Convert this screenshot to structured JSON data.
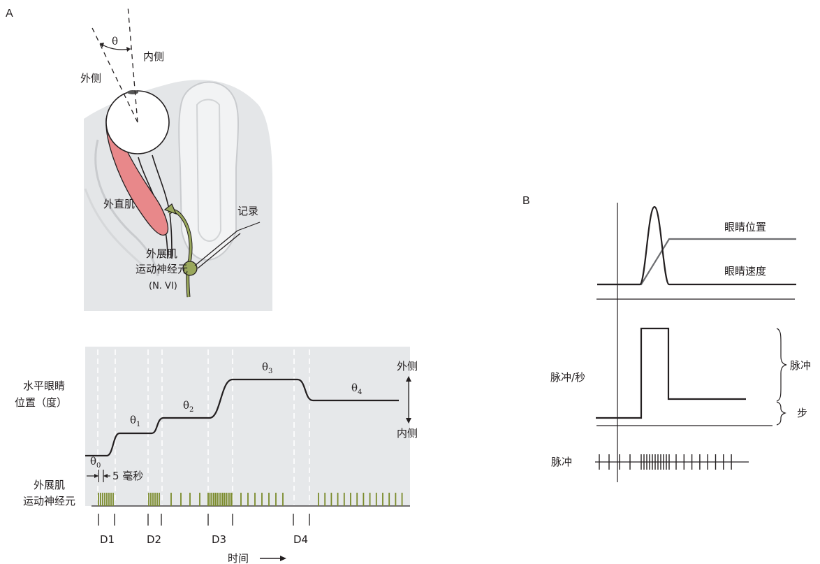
{
  "panel_a": {
    "letter": "A",
    "anatomy": {
      "theta_symbol": "θ",
      "medial": "内侧",
      "lateral": "外侧",
      "lateral_rectus": "外直肌",
      "recording": "记录",
      "abducens_line1": "外展肌",
      "abducens_line2": "运动神经元",
      "nerve_code": "(N. VI)"
    },
    "trace": {
      "ylabel_line1": "水平眼睛",
      "ylabel_line2": "位置（度）",
      "lateral": "外侧",
      "medial": "内侧",
      "theta_labels": [
        {
          "sym": "θ",
          "sub": "0"
        },
        {
          "sym": "θ",
          "sub": "1"
        },
        {
          "sym": "θ",
          "sub": "2"
        },
        {
          "sym": "θ",
          "sub": "3"
        },
        {
          "sym": "θ",
          "sub": "4"
        }
      ],
      "scale_label": "5 毫秒",
      "neuron_line1": "外展肌",
      "neuron_line2": "运动神经元",
      "durations": [
        "D1",
        "D2",
        "D3",
        "D4"
      ],
      "time_label": "时间"
    }
  },
  "panel_b": {
    "letter": "B",
    "eye_position": "眼睛位置",
    "eye_velocity": "眼睛速度",
    "rate_label": "脉冲/秒",
    "pulse": "脉冲",
    "step": "步",
    "spikes_label": "脉冲"
  },
  "colors": {
    "ink": "#231f20",
    "muscle": "#e8888a",
    "neuron": "#9aa85c",
    "spike": "#7a8a2a",
    "trace_bg": "#e6e8ea",
    "anatomy_bg": "#e4e6e8",
    "position_trace": "#6d6e71"
  }
}
